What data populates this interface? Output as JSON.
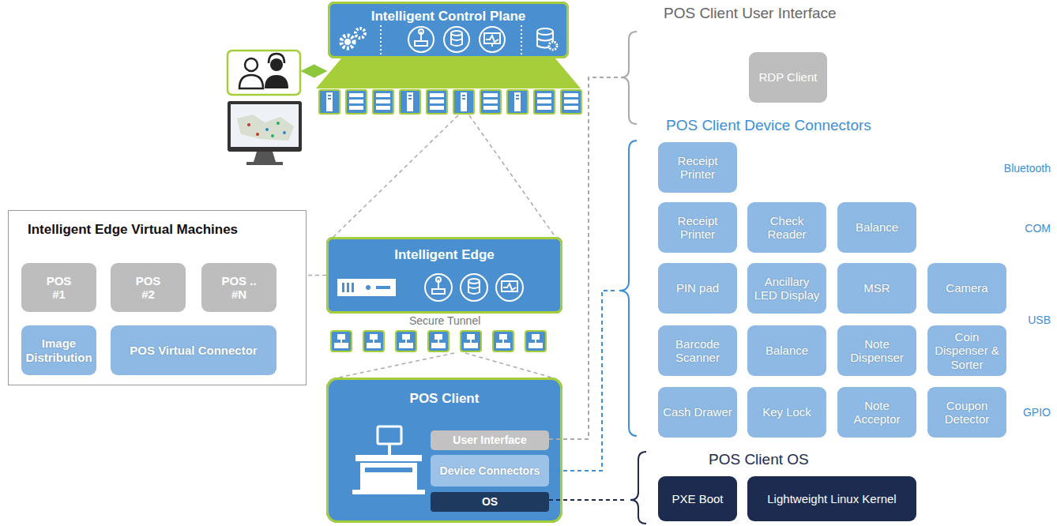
{
  "diagram": {
    "nodes": [
      {
        "text": [
          "Intelligent Control Plane"
        ]
      },
      {
        "text": [
          "Intelligent Edge Virtual Machines"
        ]
      },
      {
        "text": [
          "POS #1"
        ],
        "in": 1
      },
      {
        "text": [
          "POS #2"
        ],
        "in": 1
      },
      {
        "text": [
          "POS .. #N"
        ],
        "in": 1
      },
      {
        "text": [
          "Image Distribution"
        ],
        "in": 1
      },
      {
        "text": [
          "POS Virtual Connector"
        ],
        "in": 1
      },
      {
        "text": [
          "Intelligent Edge"
        ]
      },
      {
        "text": [
          "POS Client"
        ]
      },
      {
        "text": [
          "User Interface"
        ],
        "in": 8
      },
      {
        "text": [
          "Device Connectors"
        ],
        "in": 8
      },
      {
        "text": [
          "OS"
        ],
        "in": 8
      },
      {
        "text": [
          "RDP Client"
        ]
      },
      {
        "text": [
          "Receipt Printer"
        ]
      },
      {
        "text": [
          "Receipt Printer"
        ]
      },
      {
        "text": [
          "Check Reader"
        ]
      },
      {
        "text": [
          "Balance"
        ]
      },
      {
        "text": [
          "PIN pad"
        ]
      },
      {
        "text": [
          "Ancillary LED Display"
        ]
      },
      {
        "text": [
          "MSR"
        ]
      },
      {
        "text": [
          "Camera"
        ]
      },
      {
        "text": [
          "Barcode Scanner"
        ]
      },
      {
        "text": [
          "Balance"
        ]
      },
      {
        "text": [
          "Note Dispenser"
        ]
      },
      {
        "text": [
          "Coin Dispenser & Sorter"
        ]
      },
      {
        "text": [
          "Cash Drawer"
        ]
      },
      {
        "text": [
          "Key Lock"
        ]
      },
      {
        "text": [
          "Note Acceptor"
        ]
      },
      {
        "text": [
          "Coupon Detector"
        ]
      },
      {
        "text": [
          "PXE Boot"
        ]
      },
      {
        "text": [
          "Lightweight Linux Kernel"
        ]
      }
    ],
    "edges": [
      {
        "from": 7,
        "to": 1,
        "arrow": "none"
      }
    ],
    "labels": [
      "POS Client User Interface",
      "POS Client Device Connectors",
      "Bluetooth",
      "COM",
      "USB",
      "GPIO",
      "POS Client OS",
      "Secure Tunnel"
    ]
  }
}
